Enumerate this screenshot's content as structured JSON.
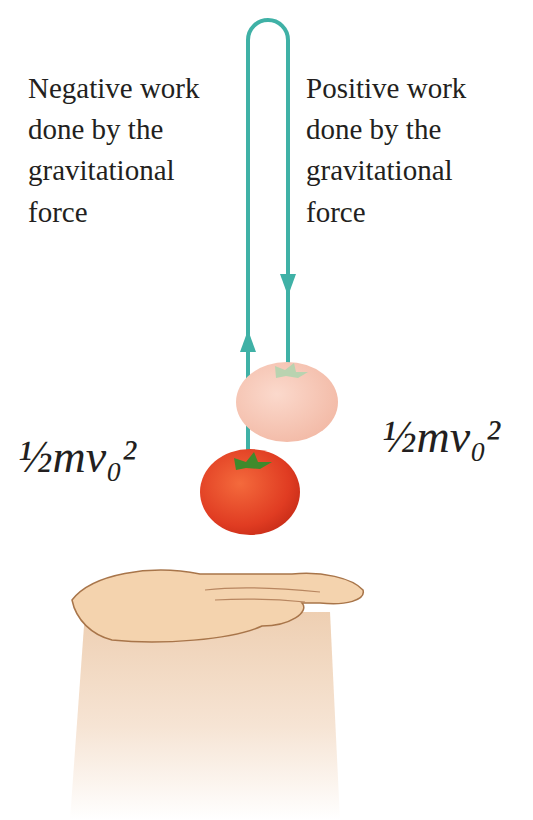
{
  "diagram": {
    "labels": [
      "Negative work done by the gravitational force",
      "Positive work done by the gravitational force",
      "½mv₀²",
      "½mv₀²"
    ]
  }
}
